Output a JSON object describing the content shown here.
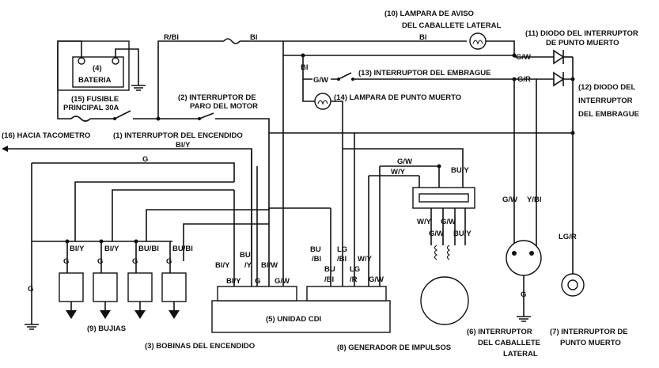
{
  "labels": {
    "l10": "(10) LAMPARA DE AVISO",
    "l10b": "DEL CABALLETE LATERAL",
    "l11": "(11) DIODO DEL INTERRUPTOR",
    "l11b": "DE PUNTO MUERTO",
    "l12": "(12) DIODO DEL",
    "l12b": "INTERRUPTOR",
    "l12c": "DEL EMBRAGUE",
    "l4": "(4)",
    "l4b": "BATERIA",
    "l15": "(15) FUSIBLE",
    "l15b": "PRINCIPAL 30A",
    "l2": "(2) INTERRUPTOR DE",
    "l2b": "PARO DEL MOTOR",
    "l13": "(13) INTERRUPTOR DEL EMBRAGUE",
    "l14": "(14) LAMPARA DE PUNTO MUERTO",
    "l16": "(16) HACIA TACOMETRO",
    "l1": "(1) INTERRUPTOR DEL ENCENDIDO",
    "l5": "(5) UNIDAD CDI",
    "l9": "(9) BUJIAS",
    "l3": "(3) BOBINAS DEL ENCENDIDO",
    "l8": "(8) GENERADOR DE IMPULSOS",
    "l6": "(6) INTERRUPTOR",
    "l6b": "DEL CABALLETE",
    "l6c": "LATERAL",
    "l7": "(7) INTERRUPTOR DE",
    "l7b": "PUNTO MUERTO"
  },
  "wires": {
    "rbl": "R/Bl",
    "bl1": "Bl",
    "bl2": "Bl",
    "bl3": "Bl",
    "gw_top": "G/W",
    "gr_top": "G/R",
    "gw_clutch": "G/W",
    "bly_top": "Bl/Y",
    "g_top": "G",
    "bly1": "Bl/Y",
    "bly2": "Bl/Y",
    "bubl1": "BU/Bl",
    "bubl2": "BU/Bl",
    "g1": "G",
    "g2": "G",
    "g3": "G",
    "g4": "G",
    "g_left": "G",
    "c_bly": "Bl/Y",
    "c_bu": "BU",
    "c_bu2": "/Y",
    "c_blw": "Bl/W",
    "c_bly2": "Bl/Y",
    "c_g": "G",
    "c_gw": "G/W",
    "c_bubl": "BU",
    "c_bubl2": "/Bl",
    "c_lgbl": "LG",
    "c_lgbl2": "/Bl",
    "c_wy": "W/Y",
    "c_bubl3": "BU",
    "c_bubl4": "/Bl",
    "c_lgr": "LG",
    "c_lgr2": "/R",
    "c_gw2": "G/W",
    "p_gw": "G/W",
    "p_wy": "W/Y",
    "p_buy": "BU/Y",
    "p_wy2": "W/Y",
    "p_gw2": "G/W",
    "p_gw3": "G/W",
    "p_buy2": "BU/Y",
    "s_gw": "G/W",
    "s_ybl": "Y/Bl",
    "s_g": "G",
    "n_lgr": "LG/R"
  }
}
